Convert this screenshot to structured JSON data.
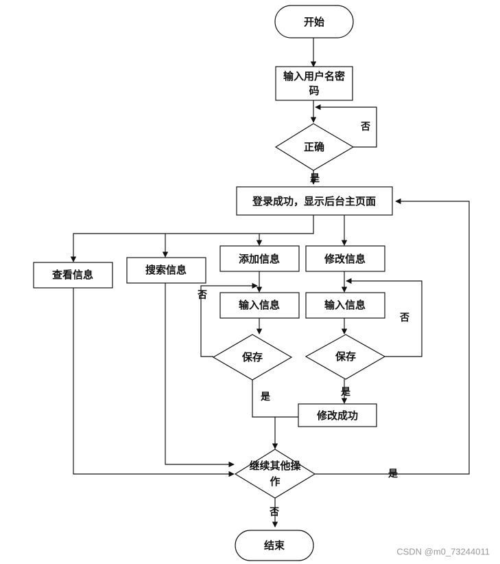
{
  "nodes": {
    "start": "开始",
    "input_credentials_line1": "输入用户名密",
    "input_credentials_line2": "码",
    "check_correct": "正确",
    "login_success": "登录成功，显示后台主页面",
    "view_info": "查看信息",
    "search_info": "搜索信息",
    "add_info": "添加信息",
    "modify_info": "修改信息",
    "add_input_info": "输入信息",
    "modify_input_info": "输入信息",
    "add_save": "保存",
    "modify_save": "保存",
    "modify_success": "修改成功",
    "continue_line1": "继续其他操",
    "continue_line2": "作",
    "end": "结束"
  },
  "edge_labels": {
    "correct_no": "否",
    "correct_yes": "是",
    "add_save_no": "否",
    "add_save_yes": "是",
    "modify_save_no": "否",
    "modify_save_yes": "是",
    "continue_yes": "是",
    "continue_no": "否"
  },
  "watermark": "CSDN @m0_73244011"
}
